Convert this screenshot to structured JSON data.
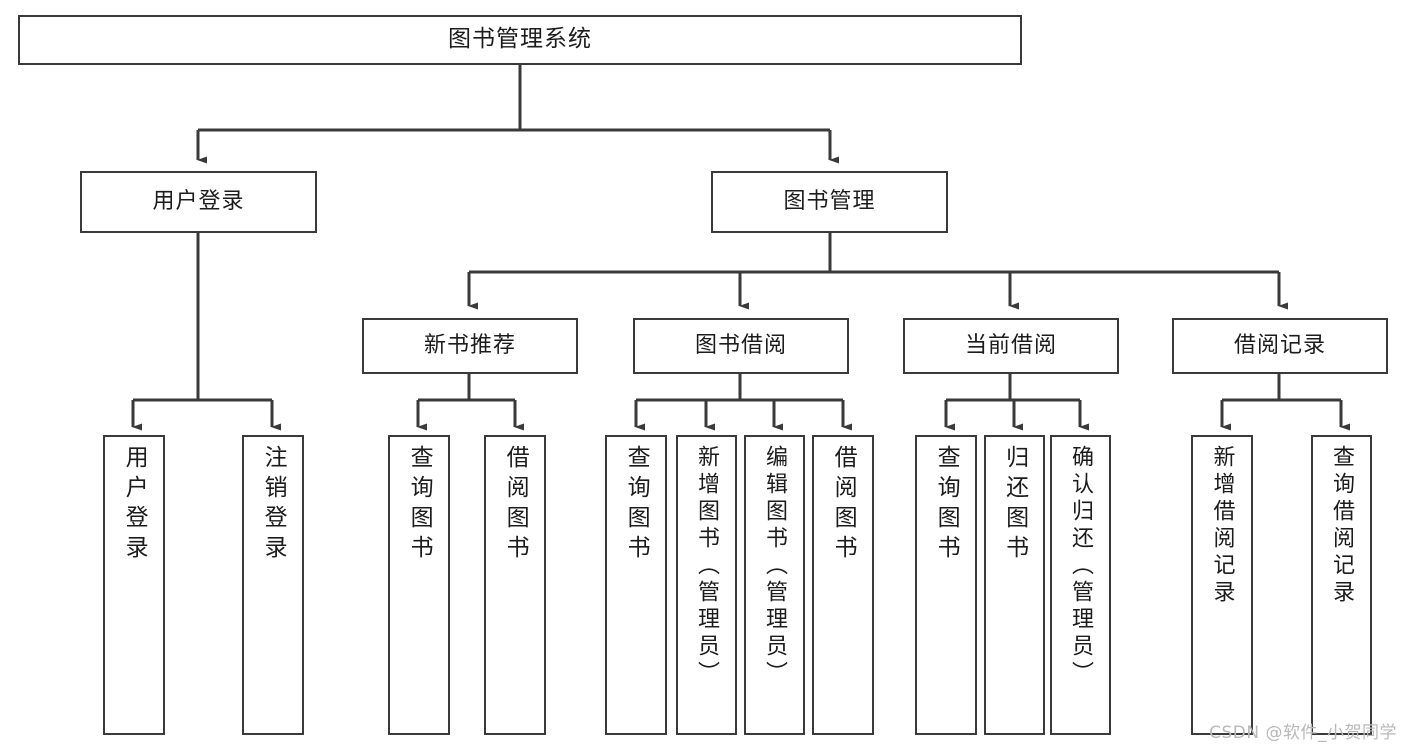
{
  "diagram": {
    "title": "图书管理系统",
    "watermark": "CSDN @软件_小贺同学",
    "colors": {
      "stroke": "#3a3a3a",
      "background": "#ffffff",
      "text": "#1c1c1c",
      "watermark": "#b9b9b9"
    },
    "root": {
      "label": "图书管理系统"
    },
    "level2": [
      {
        "label": "用户登录"
      },
      {
        "label": "图书管理"
      }
    ],
    "level3": [
      {
        "label": "新书推荐"
      },
      {
        "label": "图书借阅"
      },
      {
        "label": "当前借阅"
      },
      {
        "label": "借阅记录"
      }
    ],
    "leaves": {
      "user_login": [
        {
          "label": "用户登录"
        },
        {
          "label": "注销登录"
        }
      ],
      "new_book_recommend": [
        {
          "label": "查询图书"
        },
        {
          "label": "借阅图书"
        }
      ],
      "book_borrow": [
        {
          "label": "查询图书"
        },
        {
          "label": "新增图书（管理员）"
        },
        {
          "label": "编辑图书（管理员）"
        },
        {
          "label": "借阅图书"
        }
      ],
      "current_borrow": [
        {
          "label": "查询图书"
        },
        {
          "label": "归还图书"
        },
        {
          "label": "确认归还（管理员）"
        }
      ],
      "borrow_record": [
        {
          "label": "新增借阅记录"
        },
        {
          "label": "查询借阅记录"
        }
      ]
    }
  }
}
